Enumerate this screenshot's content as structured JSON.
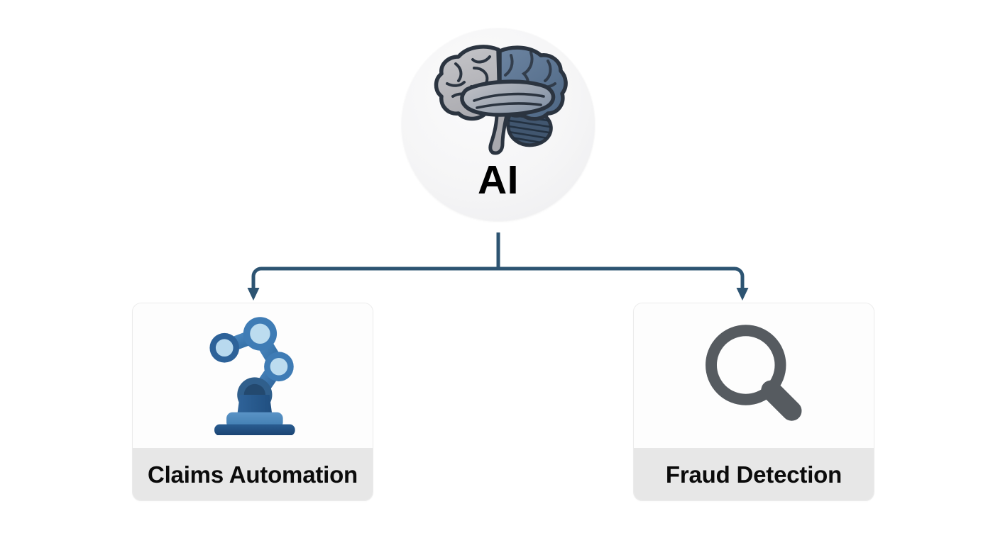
{
  "diagram": {
    "type": "hierarchy-tree",
    "orientation": "top-down",
    "background_color": "#ffffff",
    "connector_color": "#2d5472",
    "root": {
      "label": "AI",
      "icon": "brain-icon",
      "shape": "circle",
      "fill_color": "#f3f3f4"
    },
    "children": [
      {
        "label": "Claims Automation",
        "icon": "robot-arm-icon",
        "icon_color": "#3d7ab4",
        "card_color": "#fdfdfd",
        "label_band_color": "#e7e7e7",
        "label_text_color": "#0b0b0b"
      },
      {
        "label": "Fraud Detection",
        "icon": "magnifier-icon",
        "icon_color": "#565b60",
        "card_color": "#fdfdfd",
        "label_band_color": "#e7e7e7",
        "label_text_color": "#0b0b0b"
      }
    ]
  },
  "palette": {
    "brain_left_fill": "#b9b9bd",
    "brain_right_fill": "#5d7694",
    "brain_outline": "#2b3440",
    "connector": "#2d5472",
    "robot_light": "#cfe4f2",
    "robot_mid": "#4a86bd",
    "robot_dark": "#1f4a7a",
    "magnifier": "#565b60"
  }
}
